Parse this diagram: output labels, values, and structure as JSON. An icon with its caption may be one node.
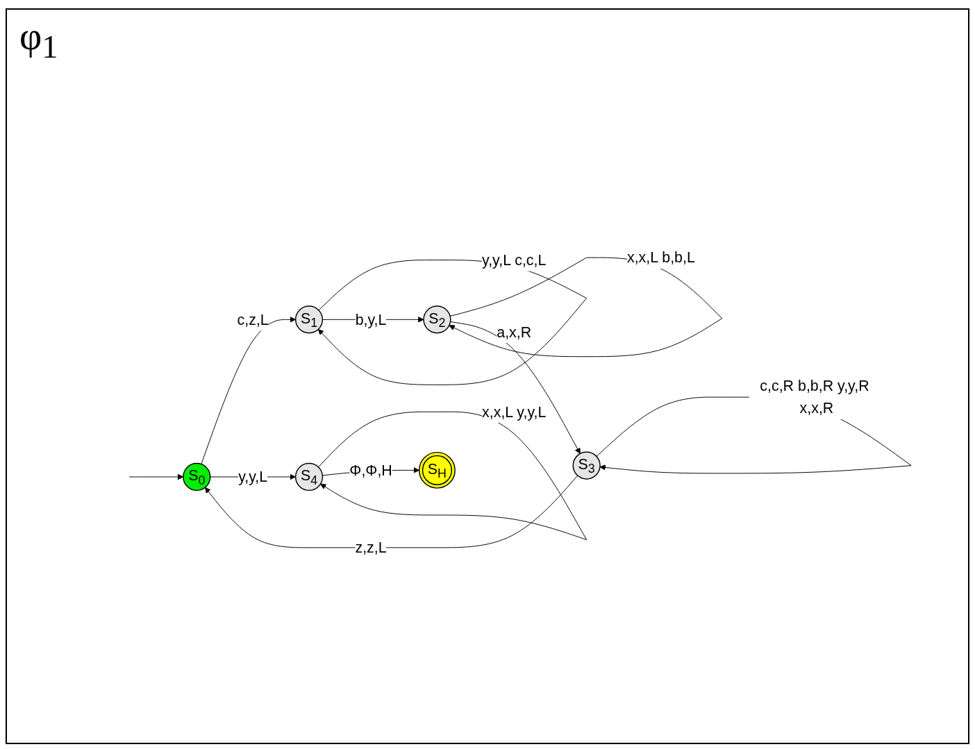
{
  "diagram": {
    "title": "φ$_{1}$",
    "nodes": [
      {
        "text": [
          "S$_{0}$"
        ]
      },
      {
        "text": [
          "S$_{1}$"
        ]
      },
      {
        "text": [
          "S$_{2}$"
        ]
      },
      {
        "text": [
          "S$_{3}$"
        ]
      },
      {
        "text": [
          "S$_{4}$"
        ]
      },
      {
        "text": [
          "S$_{H}$"
        ]
      }
    ],
    "edges": [
      {
        "from": null,
        "to": 0,
        "arrow": "to"
      },
      {
        "from": 0,
        "to": 1,
        "arrow": "to",
        "label": "c,z,L"
      },
      {
        "from": 1,
        "to": 1,
        "arrow": "to",
        "label": "y,y,L c,c,L"
      },
      {
        "from": 0,
        "to": 4,
        "arrow": "to",
        "label": "y,y,L"
      },
      {
        "from": 4,
        "to": 4,
        "arrow": "to",
        "label": "x,x,L y,y,L"
      },
      {
        "from": 4,
        "to": 5,
        "arrow": "to",
        "label": "Φ,Φ,H"
      },
      {
        "from": 1,
        "to": 2,
        "arrow": "to",
        "label": "b,y,L"
      },
      {
        "from": 2,
        "to": 2,
        "arrow": "to",
        "label": "x,x,L b,b,L"
      },
      {
        "from": 2,
        "to": 3,
        "arrow": "to",
        "label": "a,x,R"
      },
      {
        "from": 3,
        "to": 0,
        "arrow": "to",
        "label": "z,z,L"
      },
      {
        "from": 3,
        "to": 3,
        "arrow": "to",
        "label": "c,c,R b,b,R y,y,R x,x,R"
      }
    ]
  }
}
